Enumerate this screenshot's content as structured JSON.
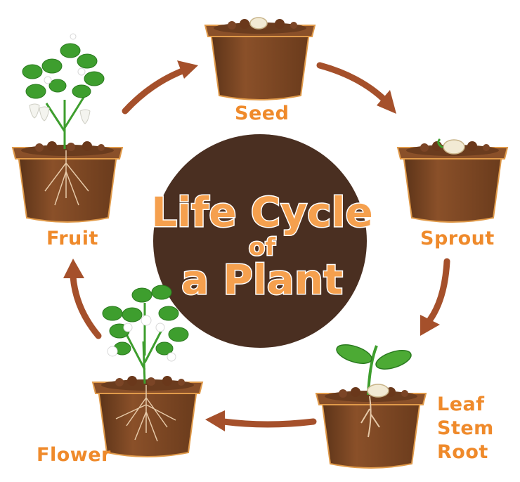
{
  "title": {
    "line1": "Life Cycle",
    "line2": "of",
    "line3": "a Plant"
  },
  "stages": {
    "seed": "Seed",
    "sprout": "Sprout",
    "leaf": "Leaf",
    "stem": "Stem",
    "root": "Root",
    "flower": "Flower",
    "fruit": "Fruit"
  },
  "colors": {
    "label": "#ef8a2b",
    "title_fill": "#f5a04e",
    "title_outline": "#ffffff",
    "circle": "#4a2f21",
    "arrow": "#a5502b",
    "pot": "#7a4522",
    "pot_shade": "#5e351a",
    "soil": "#6b3c1e",
    "leaf": "#3e9e2e",
    "leaf_dark": "#2a7a1f"
  }
}
